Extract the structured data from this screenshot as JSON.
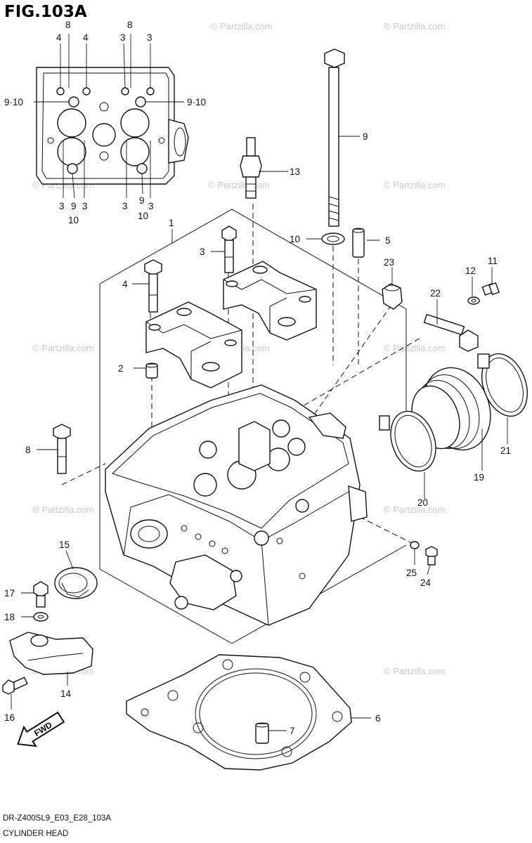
{
  "figure": {
    "title": "FIG.103A",
    "model_code": "DR-Z400SL9_E03_E28_103A",
    "section_name": "CYLINDER HEAD"
  },
  "watermark": {
    "text": "© Partzilla.com"
  },
  "direction_label": "FWD",
  "inset_callouts": [
    "8",
    "8",
    "4",
    "4",
    "3",
    "3",
    "9·10",
    "9·10",
    "3",
    "9",
    "3",
    "10",
    "3",
    "9",
    "3",
    "10"
  ],
  "callouts": [
    "1",
    "2",
    "3",
    "4",
    "5",
    "6",
    "7",
    "8",
    "9",
    "10",
    "11",
    "12",
    "13",
    "14",
    "15",
    "16",
    "17",
    "18",
    "19",
    "20",
    "21",
    "22",
    "23",
    "24",
    "25"
  ]
}
